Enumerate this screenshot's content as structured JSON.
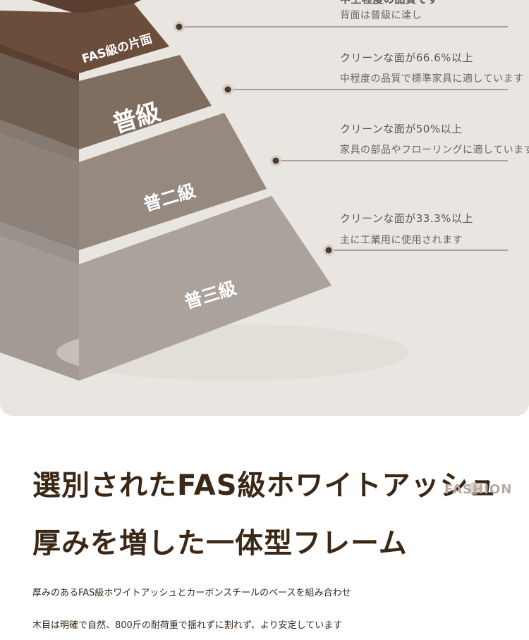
{
  "pyramid": {
    "tiers": [
      {
        "label": "FAS級の片面"
      },
      {
        "label": "普級"
      },
      {
        "label": "普二級"
      },
      {
        "label": "普三級"
      }
    ],
    "colors": {
      "tier1": "#6b4d3c",
      "tier2": "#7f6d60",
      "tier3": "#968a80",
      "tier4": "#a69c95",
      "background": "#e9e5e0",
      "marker": "#4a3a30"
    }
  },
  "descriptions": {
    "fas_partial": "中上程度の品質です",
    "fas": {
      "line2": "背面は普級に達し"
    },
    "grade1": {
      "line1": "クリーンな面が66.6%以上",
      "line2": "中程度の品質で標準家具に適しています"
    },
    "grade2": {
      "line1": "クリーンな面が50%以上",
      "line2": "家具の部品やフローリングに適しています"
    },
    "grade3": {
      "line1": "クリーンな面が33.3%以上",
      "line2": "主に工業用に使用されます"
    }
  },
  "headline": {
    "line1": "選別されたFAS級ホワイトアッシュ",
    "line2": "厚みを増した一体型フレーム",
    "watermark": "FASHION"
  },
  "body": {
    "line1": "厚みのあるFAS級ホワイトアッシュとカーボンスチールのベースを組み合わせ",
    "line2": "木目は明確で自然、800斤の耐荷重で揺れずに割れず、より安定しています"
  }
}
